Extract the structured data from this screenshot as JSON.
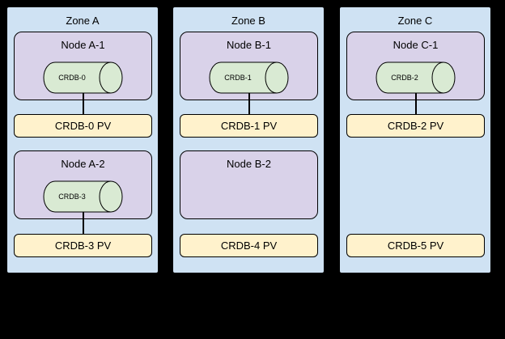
{
  "diagram": {
    "zones": [
      {
        "label": "Zone A",
        "nodes": [
          {
            "label": "Node A-1",
            "pod": "CRDB-0"
          },
          {
            "label": "Node A-2",
            "pod": "CRDB-3"
          }
        ],
        "pvs": [
          "CRDB-0 PV",
          "CRDB-3 PV"
        ]
      },
      {
        "label": "Zone B",
        "nodes": [
          {
            "label": "Node B-1",
            "pod": "CRDB-1"
          },
          {
            "label": "Node B-2"
          }
        ],
        "pvs": [
          "CRDB-1 PV",
          "CRDB-4 PV"
        ]
      },
      {
        "label": "Zone C",
        "nodes": [
          {
            "label": "Node C-1",
            "pod": "CRDB-2"
          }
        ],
        "pvs": [
          "CRDB-2 PV",
          "CRDB-5 PV"
        ]
      }
    ],
    "colors": {
      "background": "#000000",
      "zone_fill": "#cfe2f3",
      "node_fill": "#d9d2e9",
      "cylinder_fill": "#d9ead3",
      "pv_fill": "#fff2cc",
      "border": "#000000"
    }
  }
}
